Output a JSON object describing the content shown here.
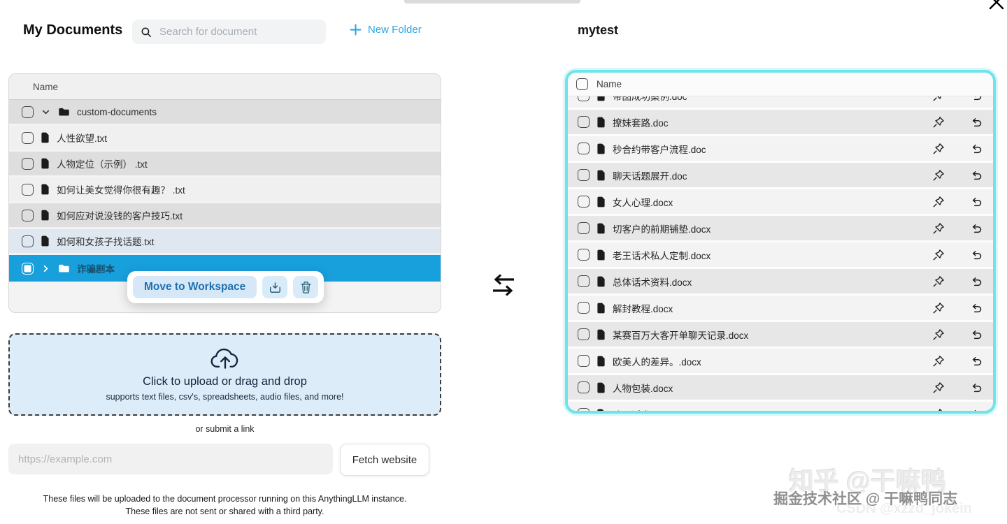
{
  "accent_colors": {
    "selected_row_blue": "#18a0dd",
    "link_blue": "#2ba7e8",
    "teal_border": "#6fe2ea",
    "upload_bg": "#dcedf9"
  },
  "left_panel": {
    "title": "My Documents",
    "search_placeholder": "Search for document",
    "new_folder_label": "New Folder",
    "name_header": "Name",
    "rows": [
      {
        "type": "folder",
        "label": "custom-documents",
        "expanded": true,
        "selected": false
      },
      {
        "type": "file",
        "label": "人性欲望.txt"
      },
      {
        "type": "file",
        "label": "人物定位（示例） .txt"
      },
      {
        "type": "file",
        "label": "如何让美女觉得你很有趣？ .txt"
      },
      {
        "type": "file",
        "label": "如何应对说没钱的客户技巧.txt"
      },
      {
        "type": "file",
        "label": "如何和女孩子找话题.txt",
        "highlight": true
      },
      {
        "type": "folder",
        "label": "诈骗剧本",
        "expanded": false,
        "selected": true
      }
    ],
    "context_menu": {
      "move_to_workspace_label": "Move to Workspace"
    },
    "upload_area": {
      "title": "Click to upload or drag and drop",
      "subtitle": "supports text files, csv's, spreadsheets, audio files, and more!"
    },
    "or_submit_label": "or submit a link",
    "url_placeholder": "https://example.com",
    "fetch_button_label": "Fetch website",
    "footer_line1": "These files will be uploaded to the document processor running on this AnythingLLM instance.",
    "footer_line2": "These files are not sent or shared with a third party."
  },
  "right_panel": {
    "title": "mytest",
    "name_header": "Name",
    "rows": [
      {
        "label": "带图成功案例.doc",
        "clipped": "top"
      },
      {
        "label": "撩妹套路.doc"
      },
      {
        "label": "秒合约带客户流程.doc"
      },
      {
        "label": "聊天话题展开.doc"
      },
      {
        "label": "女人心理.docx"
      },
      {
        "label": "切客户的前期铺垫.docx"
      },
      {
        "label": "老王话术私人定制.docx"
      },
      {
        "label": "总体话术资料.docx"
      },
      {
        "label": "解封教程.docx"
      },
      {
        "label": "某赛百万大客开单聊天记录.docx"
      },
      {
        "label": "欧美人的差异。.docx"
      },
      {
        "label": "人物包装.docx"
      },
      {
        "label": "聊天话术.docx",
        "clipped": "bottom"
      }
    ],
    "icons": {
      "row_action_1": "pin-icon",
      "row_action_2": "undo-icon"
    }
  },
  "watermarks": {
    "zhihu": "知乎 @干嘛鸭",
    "juejin": "掘金技术社区 @ 干嘛鸭同志",
    "csdn": "CSDN @xzzd_jokein"
  }
}
